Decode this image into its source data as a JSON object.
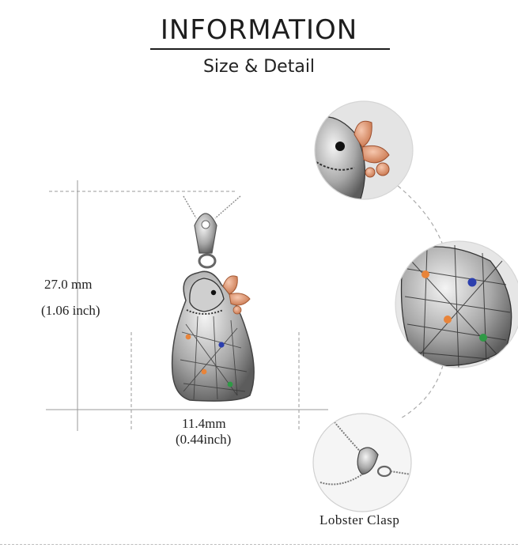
{
  "header": {
    "title": "INFORMATION",
    "subtitle": "Size & Detail"
  },
  "dimensions": {
    "height_mm": "27.0 mm",
    "height_inch": "(1.06 inch)",
    "width_mm": "11.4mm",
    "width_inch": "(0.44inch)"
  },
  "details": {
    "clasp_label": "Lobster  Clasp"
  },
  "colors": {
    "silver": "#b9b9b9",
    "silver_dark": "#5a5a5a",
    "rose_gold": "#e59b78",
    "gem_orange": "#e8843a",
    "gem_blue": "#2c3fae",
    "gem_green": "#2e9a45",
    "dim_line": "#9a9a9a"
  },
  "icons": [
    "pendant-image",
    "zoom-head-circle",
    "zoom-body-circle",
    "zoom-clasp-circle"
  ]
}
